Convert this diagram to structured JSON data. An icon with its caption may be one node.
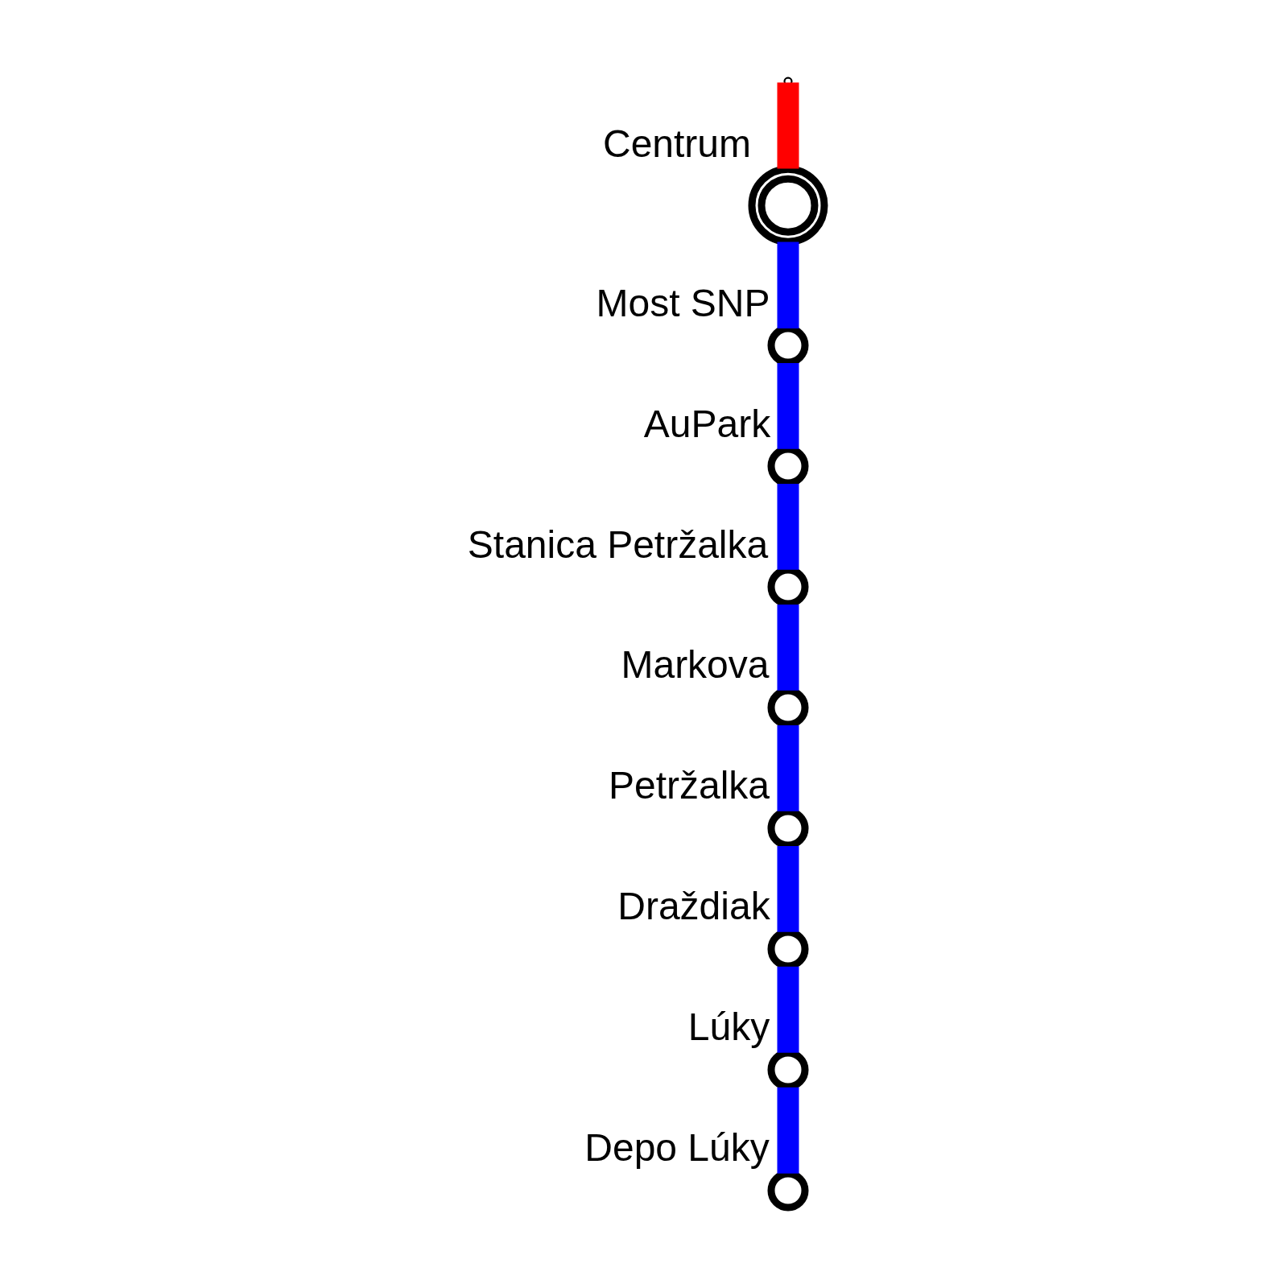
{
  "diagram": {
    "nodes": [
      {
        "text": [],
        "shape": "circle",
        "beside": [
          "Centrum"
        ]
      },
      {
        "text": [],
        "shape": "circle",
        "beside": [
          "Most SNP"
        ]
      },
      {
        "text": [],
        "shape": "circle",
        "beside": [
          "AuPark"
        ]
      },
      {
        "text": [],
        "shape": "circle",
        "beside": [
          "Stanica Petržalka"
        ]
      },
      {
        "text": [],
        "shape": "circle",
        "beside": [
          "Markova"
        ]
      },
      {
        "text": [],
        "shape": "circle",
        "beside": [
          "Petržalka"
        ]
      },
      {
        "text": [],
        "shape": "circle",
        "beside": [
          "Draždiak"
        ]
      },
      {
        "text": [],
        "shape": "circle",
        "beside": [
          "Lúky"
        ]
      },
      {
        "text": [],
        "shape": "circle",
        "beside": [
          "Depo Lúky"
        ]
      }
    ],
    "edges": [
      {
        "from": null,
        "to": 0,
        "arrow": "none",
        "color": "#ff0000"
      },
      {
        "from": 0,
        "to": 1,
        "arrow": "none"
      },
      {
        "from": 1,
        "to": 2,
        "arrow": "none"
      },
      {
        "from": 2,
        "to": 3,
        "arrow": "none"
      },
      {
        "from": 3,
        "to": 4,
        "arrow": "none"
      },
      {
        "from": 4,
        "to": 5,
        "arrow": "none"
      },
      {
        "from": 5,
        "to": 6,
        "arrow": "none"
      },
      {
        "from": 6,
        "to": 7,
        "arrow": "none"
      },
      {
        "from": 7,
        "to": 8,
        "arrow": "none"
      }
    ]
  }
}
